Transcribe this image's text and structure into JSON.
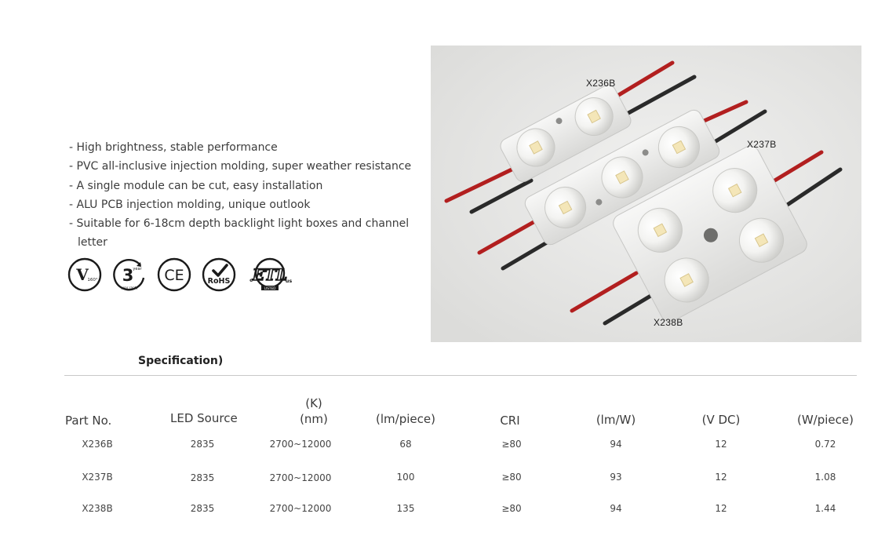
{
  "features": [
    "- High brightness, stable performance",
    "- PVC all-inclusive injection molding, super weather resistance",
    "- A single module can be cut, easy installation",
    "- ALU PCB injection molding, unique outlook",
    "- Suitable for 6-18cm depth backlight light boxes and channel letter"
  ],
  "certifications": {
    "beam": {
      "big": "V",
      "small": "160°"
    },
    "warranty": {
      "number": "3",
      "top": "year",
      "bottom": "year ranty"
    },
    "ce": "CE",
    "rohs": "RoHS",
    "etl": {
      "left": "c",
      "right": "us",
      "bottom": "LISTED"
    }
  },
  "photo_labels": {
    "x236b": "X236B",
    "x237b": "X237B",
    "x238b": "X238B"
  },
  "spec": {
    "title": "Specification)",
    "headers": {
      "part": "Part No.",
      "led": "LED Source",
      "cct_top": "(K)",
      "cct_bottom": "(nm)",
      "lumen": "(lm/piece)",
      "cri": "CRI",
      "efficacy": "(lm/W)",
      "voltage": "(V DC)",
      "power": "(W/piece)"
    },
    "rows": [
      {
        "part": "X236B",
        "led": "2835",
        "cct": "2700~12000",
        "lumen": "68",
        "cri": "≥80",
        "efficacy": "94",
        "voltage": "12",
        "power": "0.72"
      },
      {
        "part": "X237B",
        "led": "2835",
        "cct": "2700~12000",
        "lumen": "100",
        "cri": "≥80",
        "efficacy": "93",
        "voltage": "12",
        "power": "1.08"
      },
      {
        "part": "X238B",
        "led": "2835",
        "cct": "2700~12000",
        "lumen": "135",
        "cri": "≥80",
        "efficacy": "94",
        "voltage": "12",
        "power": "1.44"
      }
    ]
  }
}
